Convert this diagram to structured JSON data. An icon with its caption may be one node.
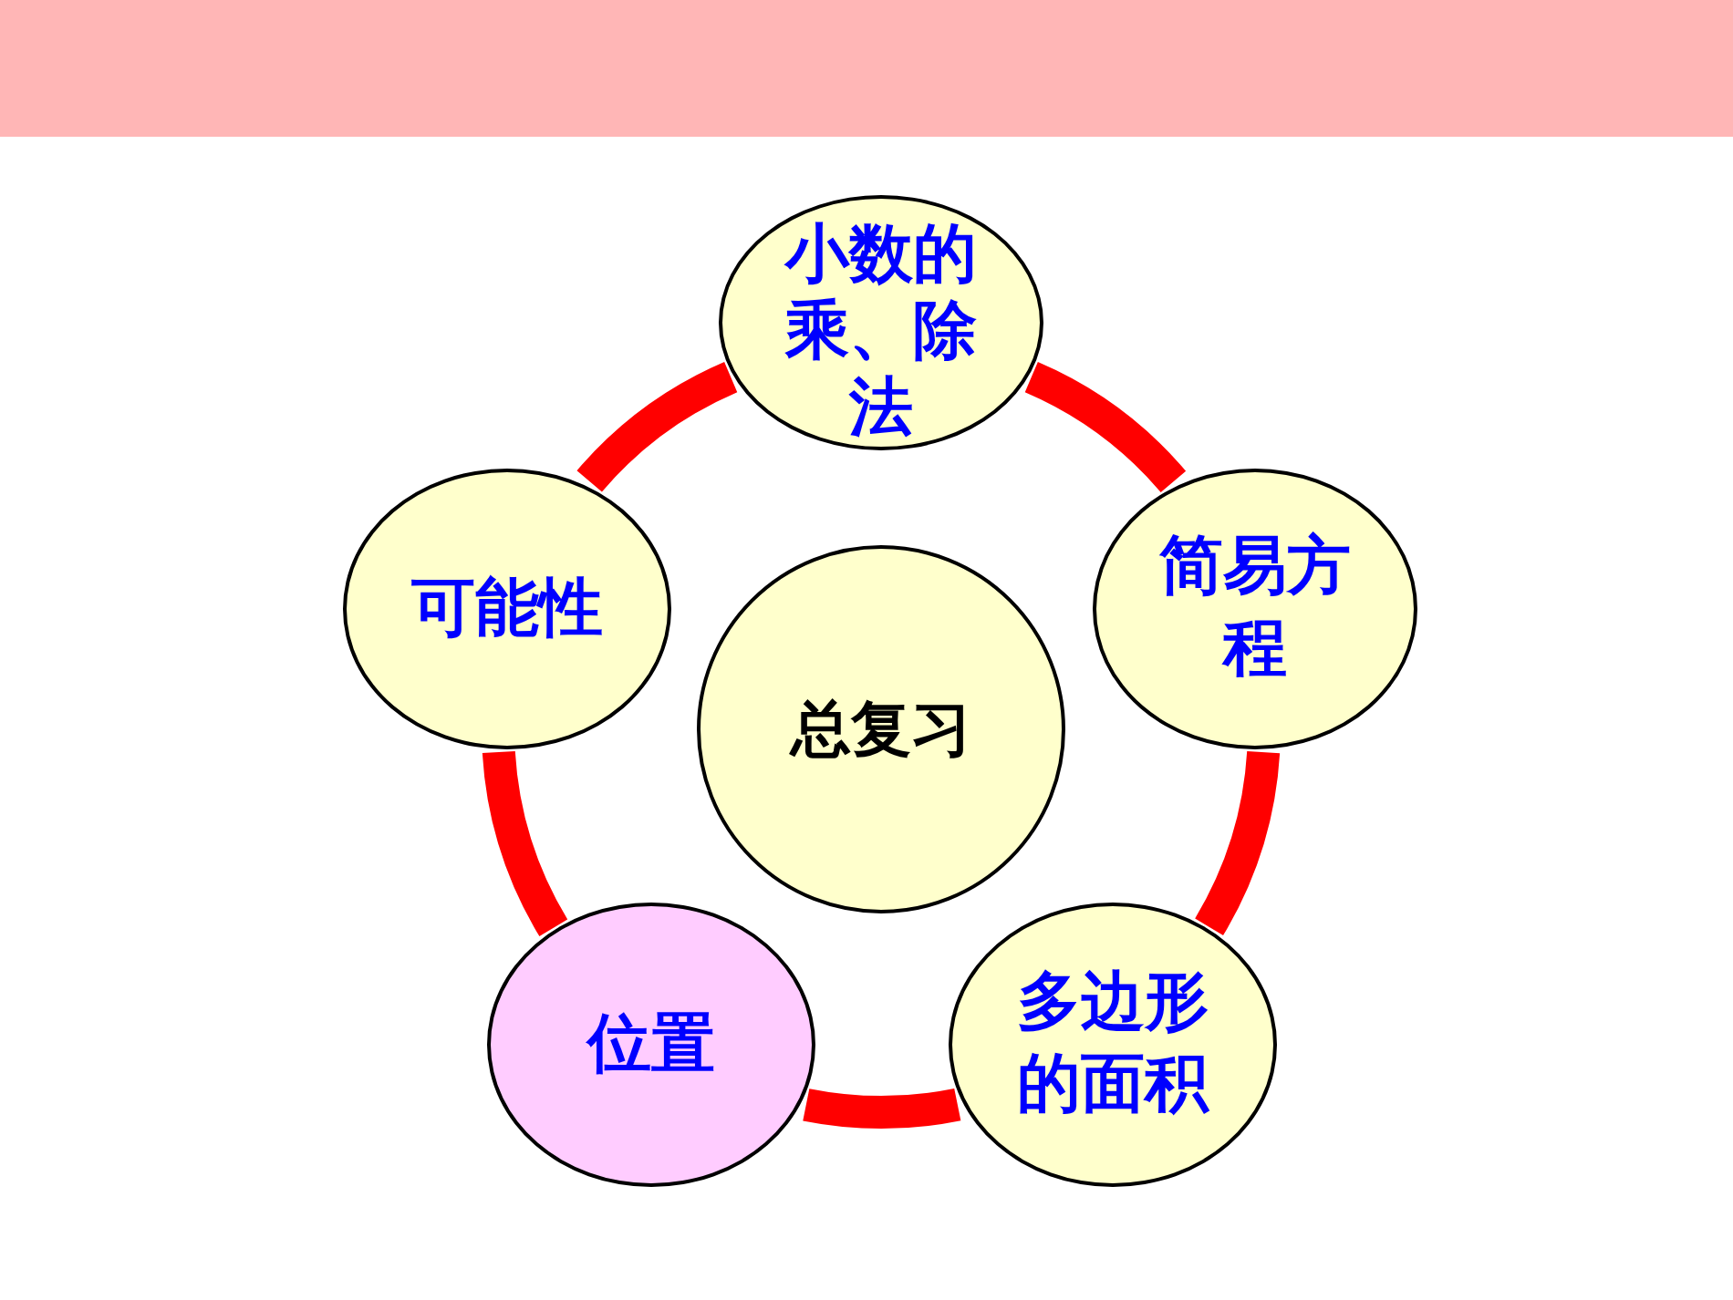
{
  "diagram": {
    "nodes": [
      {
        "text": [
          "小数的乘、除法"
        ]
      },
      {
        "text": [
          "可能性"
        ]
      },
      {
        "text": [
          "简易方程"
        ]
      },
      {
        "text": [
          "总复习"
        ]
      },
      {
        "text": [
          "位置"
        ]
      },
      {
        "text": [
          "多边形的面积"
        ]
      }
    ],
    "edges": [
      {
        "from": 0,
        "to": 2,
        "arrow": "none"
      },
      {
        "from": 2,
        "to": 5,
        "arrow": "none"
      },
      {
        "from": 5,
        "to": 4,
        "arrow": "none"
      },
      {
        "from": 4,
        "to": 1,
        "arrow": "none"
      },
      {
        "from": 1,
        "to": 0,
        "arrow": "none"
      }
    ]
  }
}
